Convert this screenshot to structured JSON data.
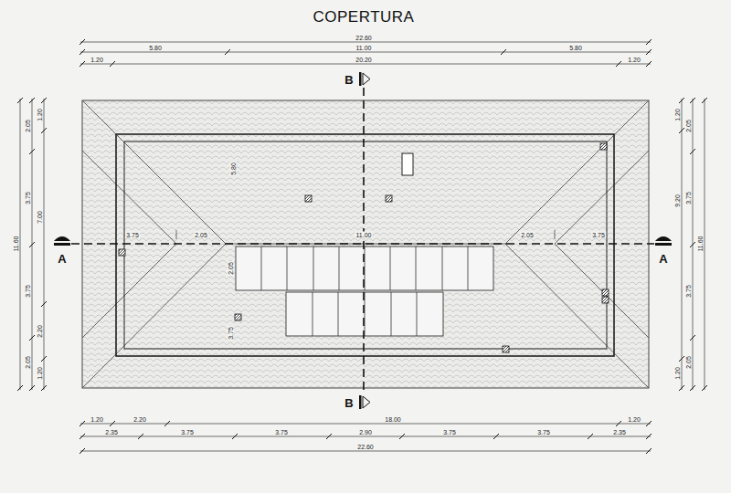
{
  "diagram": {
    "title": "COPERTURA",
    "labels": [
      "22.60",
      "5.80",
      "11.00",
      "5.80",
      "1.20",
      "20.20",
      "1.20",
      "B",
      "11.60",
      "2.05",
      "3.75",
      "3.75",
      "2.05",
      "1.20",
      "7.00",
      "2.20",
      "1.20",
      "A",
      "1.20",
      "9.20",
      "1.20",
      "2.05",
      "3.75",
      "3.75",
      "2.05",
      "11.60",
      "A",
      "5.80",
      "3.75",
      "2.05",
      "11.00",
      "2.05",
      "3.75",
      "2.05",
      "3.75",
      "B",
      "1.20",
      "2.20",
      "18.00",
      "1.20",
      "2.35",
      "3.75",
      "3.75",
      "2.90",
      "3.75",
      "3.75",
      "2.35",
      "22.60"
    ]
  }
}
